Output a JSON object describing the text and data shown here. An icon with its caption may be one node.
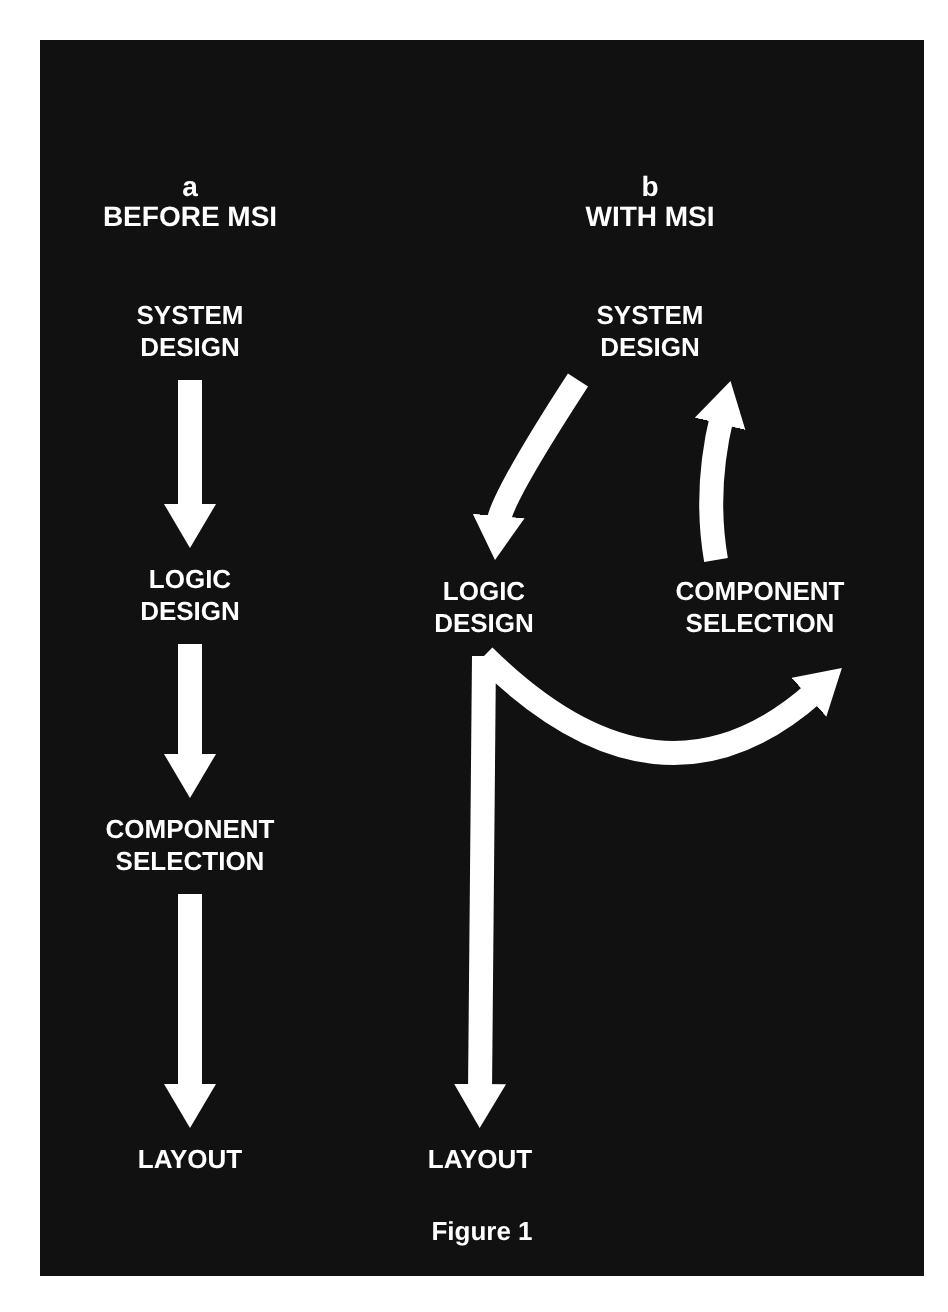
{
  "diagram": {
    "caption": "Figure 1",
    "nodes": [
      {
        "text": [
          "SYSTEM DESIGN"
        ]
      },
      {
        "text": [
          "LOGIC DESIGN"
        ]
      },
      {
        "text": [
          "COMPONENT SELECTION"
        ]
      },
      {
        "text": [
          "LAYOUT"
        ]
      },
      {
        "text": [
          "SYSTEM DESIGN"
        ]
      },
      {
        "text": [
          "LOGIC DESIGN"
        ]
      },
      {
        "text": [
          "COMPONENT SELECTION"
        ]
      },
      {
        "text": [
          "LAYOUT"
        ]
      }
    ],
    "edges": [
      {
        "from": 0,
        "to": 1,
        "arrow": "to"
      },
      {
        "from": 1,
        "to": 2,
        "arrow": "to"
      },
      {
        "from": 2,
        "to": 3,
        "arrow": "to"
      },
      {
        "from": 4,
        "to": 5,
        "arrow": "to"
      },
      {
        "from": 5,
        "to": 6,
        "arrow": "to"
      },
      {
        "from": 5,
        "to": 7,
        "arrow": "to"
      },
      {
        "from": 6,
        "to": 4,
        "arrow": "to"
      }
    ],
    "labels": [
      "a",
      "BEFORE MSI",
      "b",
      "WITH MSI"
    ]
  }
}
